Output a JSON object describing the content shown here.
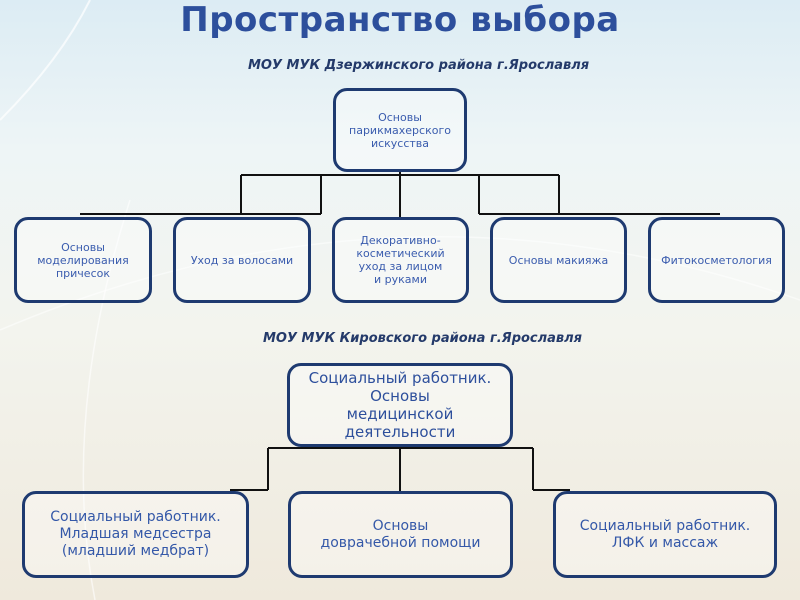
{
  "title": "Пространство выбора",
  "section1": {
    "heading": "МОУ МУК Дзержинского района г.Ярославля",
    "root": "Основы\nпарикмахерского\nискусства",
    "children": [
      "Основы\nмоделирования\nпричесок",
      "Уход за волосами",
      "Декоративно-\nкосметический\nуход за лицом\nи руками",
      "Основы макияжа",
      "Фитокосметология"
    ]
  },
  "section2": {
    "heading": "МОУ МУК Кировского района г.Ярославля",
    "root": "Социальный работник.\nОсновы\nмедицинской\nдеятельности",
    "children": [
      "Социальный работник.\nМладшая медсестра\n(младший медбрат)",
      "Основы\nдоврачебной помощи",
      "Социальный работник.\nЛФК и массаж"
    ]
  },
  "colors": {
    "title": "#2d4f9c",
    "border": "#1e3a70",
    "text": "#3a5cae"
  }
}
